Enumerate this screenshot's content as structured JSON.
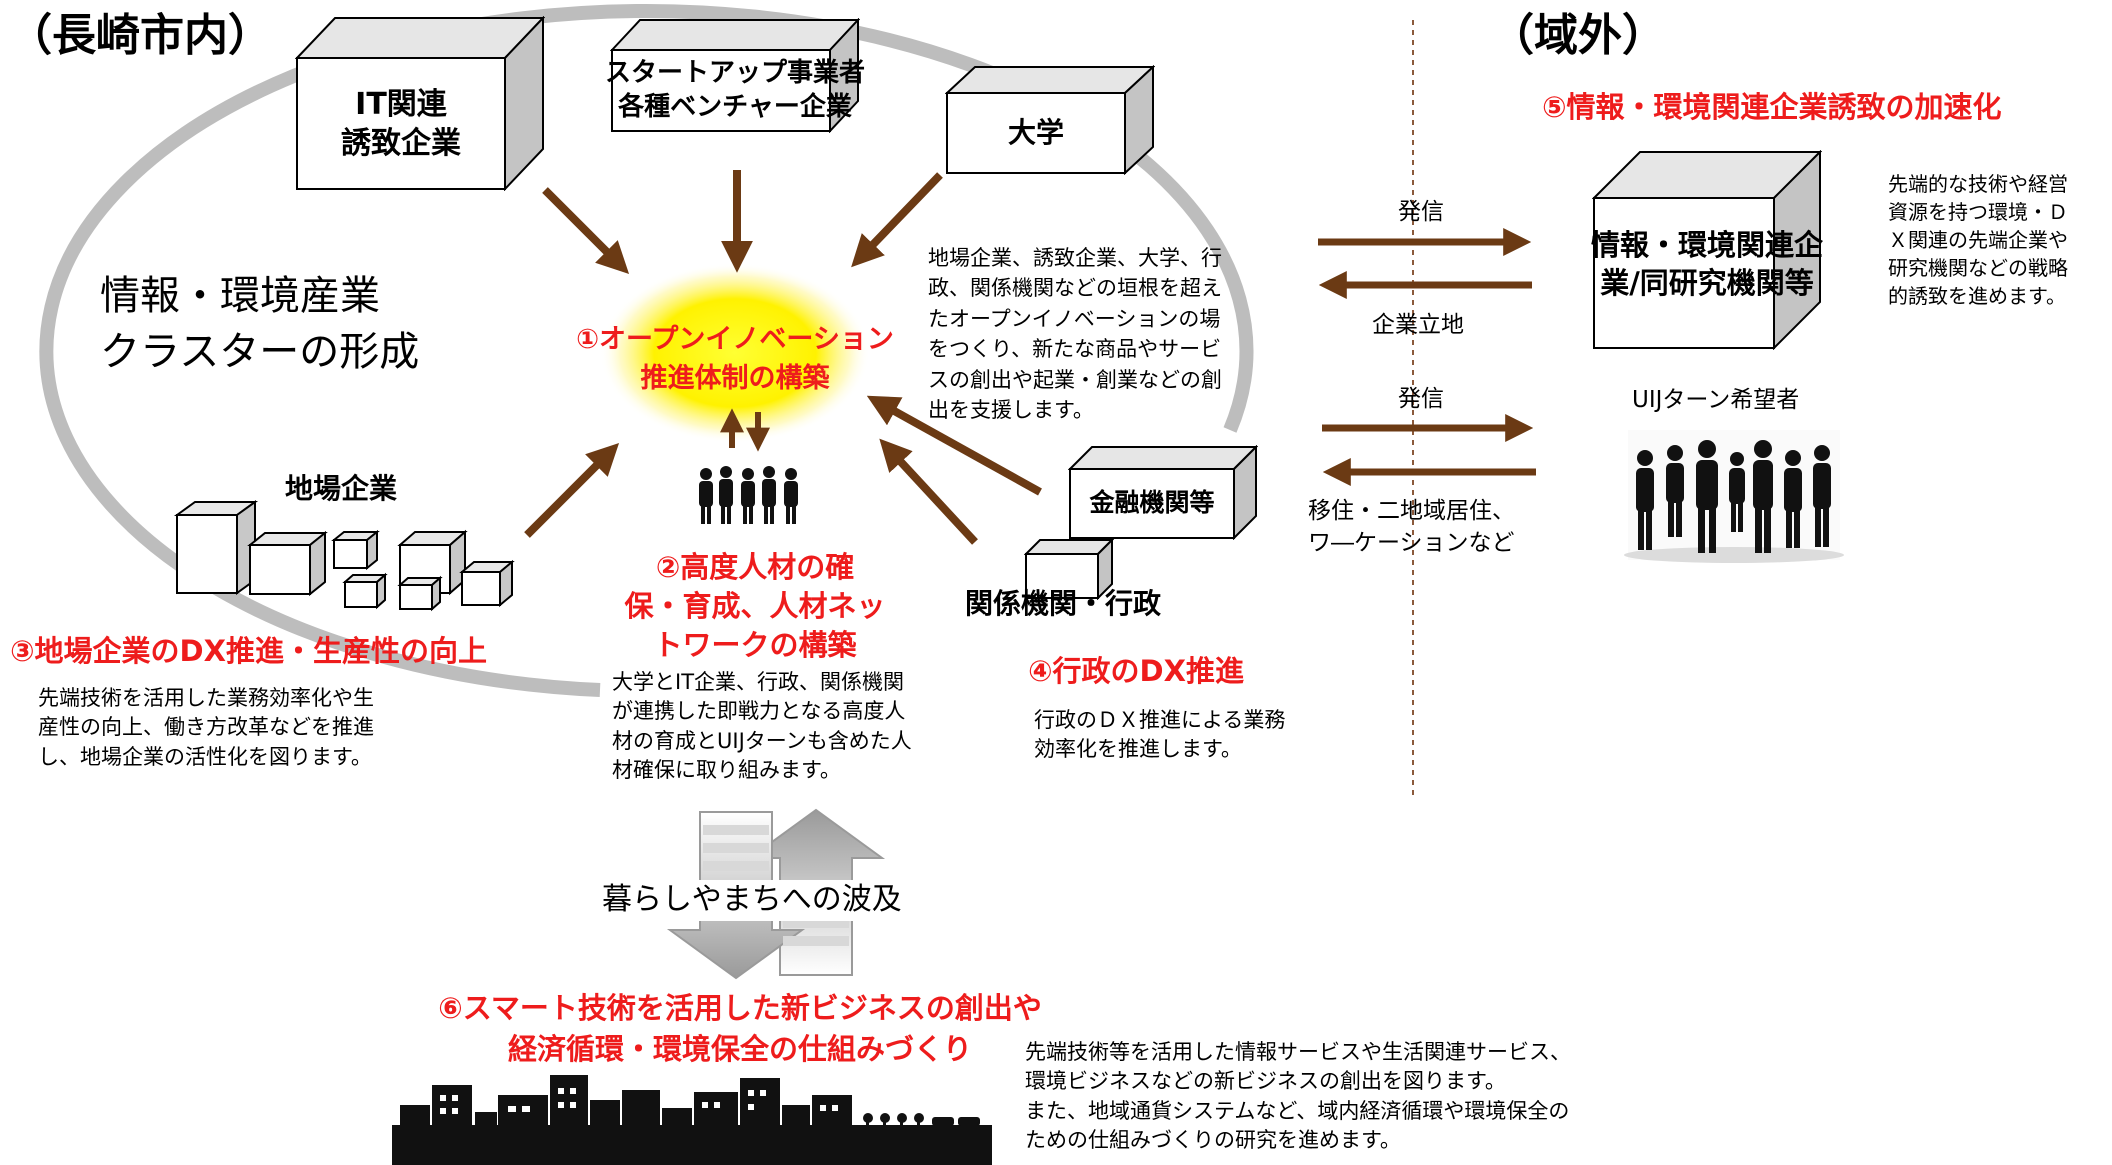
{
  "headings": {
    "inside": "（長崎市内）",
    "outside": "（域外）"
  },
  "cluster_title": "情報・環境産業\nクラスターの形成",
  "entities": {
    "it_companies": "IT関連\n誘致企業",
    "startups": "スタートアップ事業者\n各種ベンチャー企業",
    "university": "大学",
    "local_companies": "地場企業",
    "finance": "金融機関等",
    "government": "関係機関・行政",
    "external_companies": "情報・環境関連企\n業/同研究機関等",
    "uij": "UIJターン希望者"
  },
  "center": {
    "title": "①オープンイノベーション\n推進体制の構築",
    "description": "地場企業、誘致企業、大学、行\n政、関係機関などの垣根を超え\nたオープンイノベーションの場\nをつくり、新たな商品やサービ\nスの創出や起業・創業などの創\n出を支援します。"
  },
  "initiatives": {
    "talent": {
      "title": "②高度人材の確\n保・育成、人材ネッ\nトワークの構築",
      "description": "大学とIT企業、行政、関係機関\nが連携した即戦力となる高度人\n材の育成とUIJターンも含めた人\n材確保に取り組みます。"
    },
    "local_dx": {
      "title": "③地場企業のDX推進・生産性の向上",
      "description": "先端技術を活用した業務効率化や生\n産性の向上、働き方改革などを推進\nし、地場企業の活性化を図ります。"
    },
    "gov_dx": {
      "title": "④行政のDX推進",
      "description": "行政のＤＸ推進による業務\n効率化を推進します。"
    },
    "attraction": {
      "title": "⑤情報・環境関連企業誘致の加速化",
      "description": "先端的な技術や経営\n資源を持つ環境・Ｄ\nＸ関連の先端企業や\n研究機関などの戦略\n的誘致を進めます。"
    },
    "smart": {
      "title": "⑥スマート技術を活用した新ビジネスの創出や\n経済循環・環境保全の仕組みづくり",
      "description": "先端技術等を活用した情報サービスや生活関連サービス、\n環境ビジネスなどの新ビジネスの創出を図ります。\nまた、地域通貨システムなど、域内経済循環や環境保全の\nための仕組みづくりの研究を進めます。"
    }
  },
  "flows": {
    "send1": "発信",
    "locate": "企業立地",
    "send2": "発信",
    "migrate": "移住・二地域居住、\nワ―ケーションなど",
    "spread": "暮らしやまちへの波及"
  },
  "colors": {
    "accent": "#ee1c1c",
    "arrow": "#6b3a14",
    "ring": "#bdbdbd",
    "glow": "#fff200"
  }
}
